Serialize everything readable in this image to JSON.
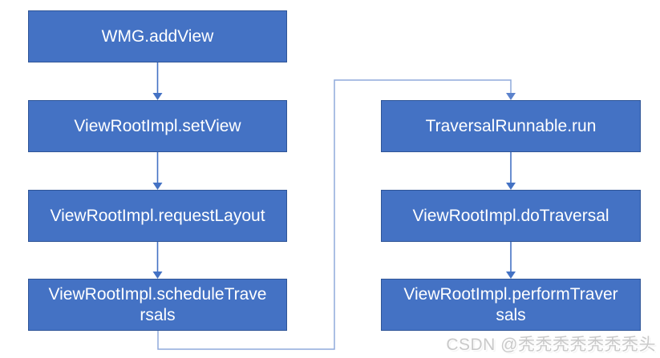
{
  "diagram": {
    "description": "Android view traversal flowchart",
    "nodes": [
      {
        "id": "wmg-addview",
        "label": "WMG.addView",
        "display": "WMG.addView"
      },
      {
        "id": "viewrootimpl-setview",
        "label": "ViewRootImpl.setView",
        "display": "ViewRootImpl.setView"
      },
      {
        "id": "viewrootimpl-requestlayout",
        "label": "ViewRootImpl.requestLayout",
        "display": "ViewRootImpl.requestLayout"
      },
      {
        "id": "viewrootimpl-scheduletraversals",
        "label": "ViewRootImpl.scheduleTraversals",
        "display": "ViewRootImpl.scheduleTrave\nrsals"
      },
      {
        "id": "traversalrunnable-run",
        "label": "TraversalRunnable.run",
        "display": "TraversalRunnable.run"
      },
      {
        "id": "viewrootimpl-dotraversal",
        "label": "ViewRootImpl.doTraversal",
        "display": "ViewRootImpl.doTraversal"
      },
      {
        "id": "viewrootimpl-performtraversals",
        "label": "ViewRootImpl.performTraversals",
        "display": "ViewRootImpl.performTraver\nsals"
      }
    ],
    "edges": [
      {
        "from": "WMG.addView",
        "to": "ViewRootImpl.setView",
        "style": "straight-arrow"
      },
      {
        "from": "ViewRootImpl.setView",
        "to": "ViewRootImpl.requestLayout",
        "style": "straight-arrow"
      },
      {
        "from": "ViewRootImpl.requestLayout",
        "to": "ViewRootImpl.scheduleTraversals",
        "style": "straight-arrow"
      },
      {
        "from": "ViewRootImpl.scheduleTraversals",
        "to": "TraversalRunnable.run",
        "style": "elbow-arrow"
      },
      {
        "from": "TraversalRunnable.run",
        "to": "ViewRootImpl.doTraversal",
        "style": "straight-arrow"
      },
      {
        "from": "ViewRootImpl.doTraversal",
        "to": "ViewRootImpl.performTraversals",
        "style": "straight-arrow"
      }
    ]
  },
  "watermark": {
    "text": "CSDN @秃秃秃秃秃秃秃头"
  },
  "colors": {
    "node_fill": "#4472C4",
    "node_border": "#2F5597",
    "node_text": "#FFFFFF",
    "arrow": "#4472C4",
    "elbow_connector": "#8FAADC",
    "watermark_text": "#C9C9C9",
    "background": "#FFFFFF"
  }
}
